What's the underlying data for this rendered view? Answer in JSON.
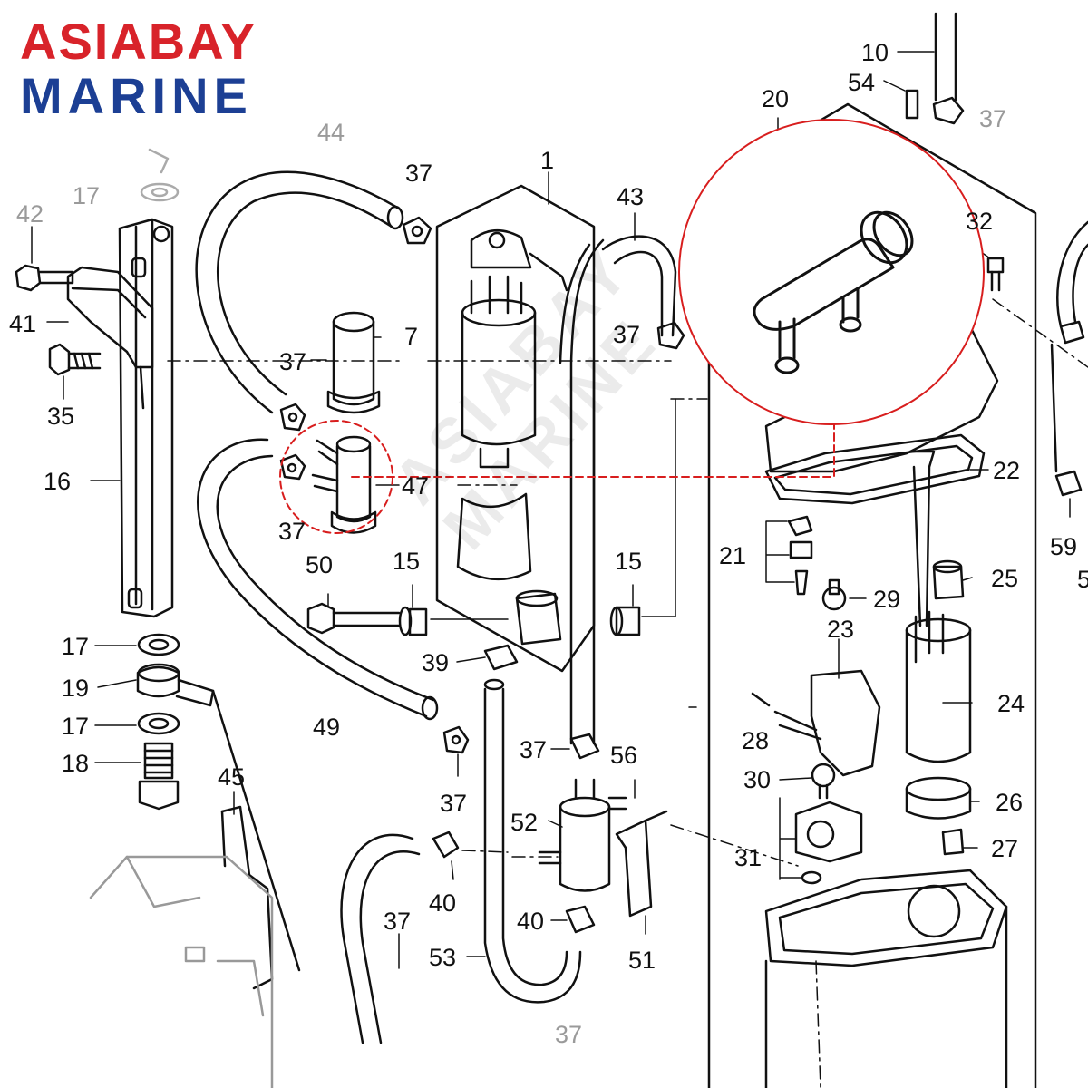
{
  "brand": {
    "line1": "ASIABAY",
    "line2": "MARINE",
    "color_line1": "#d8232a",
    "color_line2": "#1c3f94"
  },
  "highlight_color": "#d81e1e",
  "labels": {
    "p1": "1",
    "p7": "7",
    "p10": "10",
    "p15a": "15",
    "p15b": "15",
    "p16": "16",
    "p17a": "17",
    "p17b": "17",
    "p17c": "17",
    "p18": "18",
    "p19": "19",
    "p20": "20",
    "p21": "21",
    "p22": "22",
    "p23": "23",
    "p24": "24",
    "p25": "25",
    "p26": "26",
    "p27": "27",
    "p28": "28",
    "p29": "29",
    "p30": "30",
    "p31": "31",
    "p32": "32",
    "p35": "35",
    "p37a": "37",
    "p37b": "37",
    "p37c": "37",
    "p37d": "37",
    "p37e": "37",
    "p37f": "37",
    "p37g": "37",
    "p37h": "37",
    "p37i": "37",
    "p37j": "37",
    "p39": "39",
    "p40a": "40",
    "p40b": "40",
    "p41": "41",
    "p42": "42",
    "p43": "43",
    "p44": "44",
    "p45": "45",
    "p47": "47",
    "p49": "49",
    "p50": "50",
    "p51": "51",
    "p52": "52",
    "p53": "53",
    "p54": "54",
    "p56": "56",
    "p59": "59",
    "p5": "5"
  }
}
